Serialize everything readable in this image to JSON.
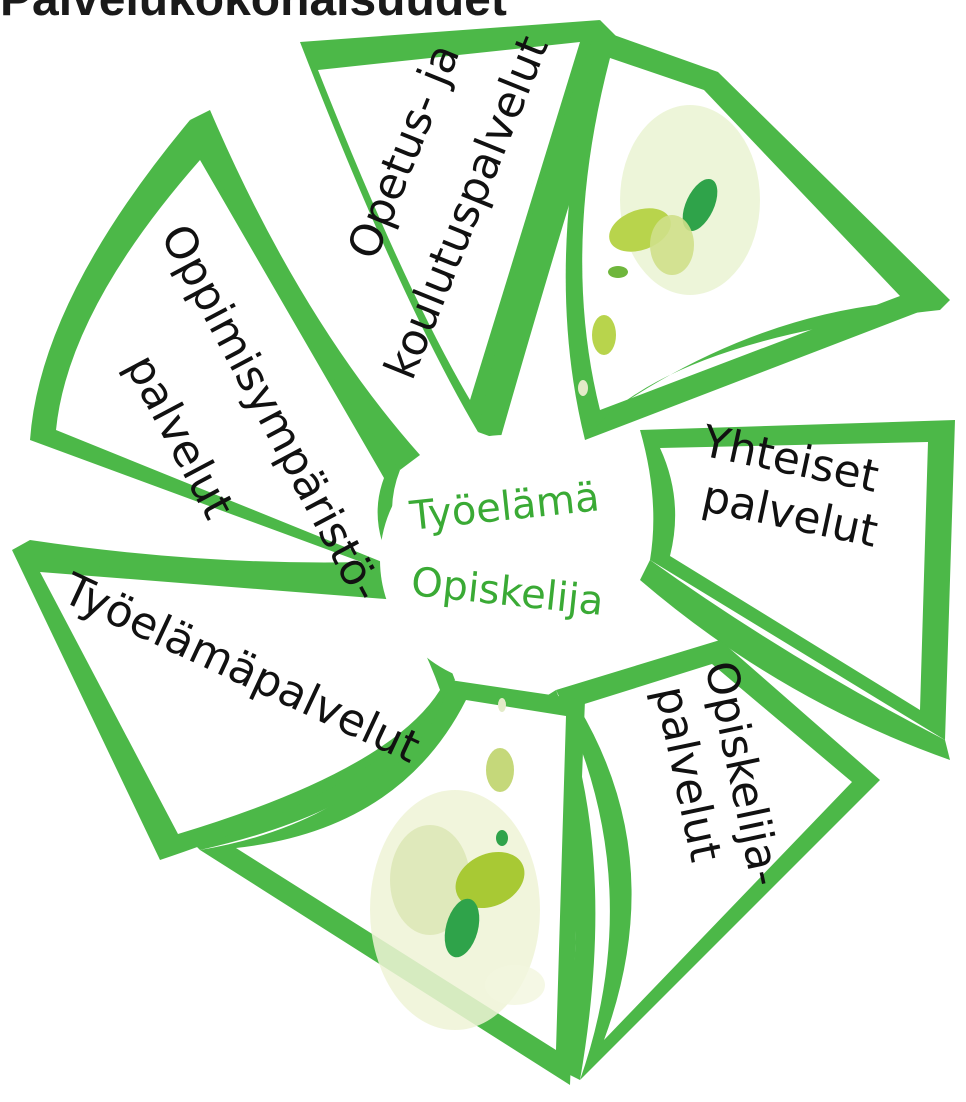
{
  "heading": "Palvelukokonaisuudet",
  "center": {
    "top": "Työelämä",
    "bottom": "Opiskelija"
  },
  "petals": [
    {
      "id": "opetus",
      "lines": [
        "Opetus- ja",
        "koulutuspalvelut"
      ]
    },
    {
      "id": "leaves-top",
      "lines": []
    },
    {
      "id": "yhteiset",
      "lines": [
        "Yhteiset",
        "palvelut"
      ]
    },
    {
      "id": "opiskelija",
      "lines": [
        "Opiskelija-",
        "palvelut"
      ]
    },
    {
      "id": "leaves-bottom",
      "lines": []
    },
    {
      "id": "tyoelama",
      "lines": [
        "Työelämäpalvelut"
      ]
    },
    {
      "id": "oppimis",
      "lines": [
        "Oppimisympäristö-",
        "palvelut"
      ]
    }
  ],
  "colors": {
    "green": "#4cb848",
    "text": "#111111",
    "center_text": "#3aaa35",
    "leaf_light": "#c9dd7c",
    "leaf_mid": "#9cc43a",
    "leaf_dark": "#2a9d4a"
  }
}
